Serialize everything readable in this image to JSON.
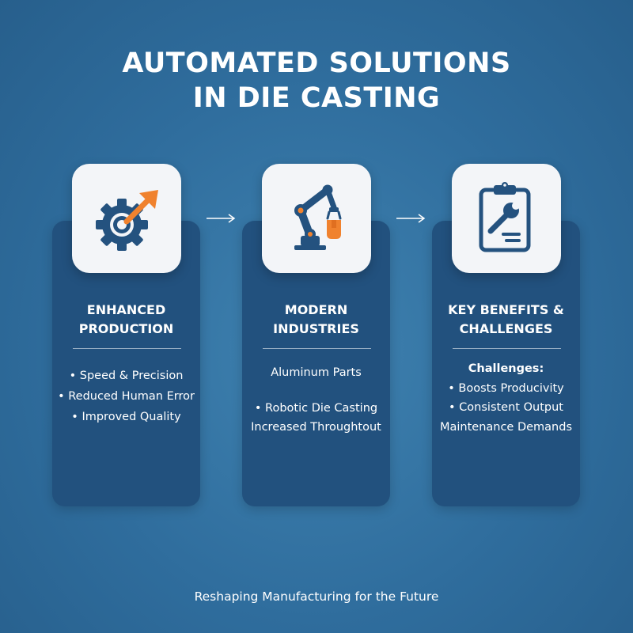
{
  "title": {
    "line1": "AUTOMATED SOLUTIONS",
    "line2": "IN DIE CASTING"
  },
  "cards": [
    {
      "icon": "gear-with-arrow-icon",
      "heading_line1": "ENHANCED",
      "heading_line2": "PRODUCTION",
      "items": [
        "• Speed & Precision",
        "• Reduced Human Error",
        "• Improved Quality"
      ]
    },
    {
      "icon": "robotic-arm-icon",
      "heading_line1": "MODERN",
      "heading_line2": "INDUSTRIES",
      "items": [
        "Aluminum Parts",
        "• Robotic Die Casting",
        "Increased Throughtout"
      ]
    },
    {
      "icon": "clipboard-wrench-icon",
      "heading_line1": "KEY BENEFITS &",
      "heading_line2": "CHALLENGES",
      "items": [
        "Challenges:",
        "• Boosts Producivity",
        "• Consistent Output",
        "Maintenance Demands"
      ]
    }
  ],
  "footer": "Reshaping Manufacturing for the Future",
  "colors": {
    "background": "#2f6d9d",
    "card": "#22517e",
    "icon_tile": "#f3f5f8",
    "icon_navy": "#24527f",
    "accent_orange": "#f0822e"
  }
}
